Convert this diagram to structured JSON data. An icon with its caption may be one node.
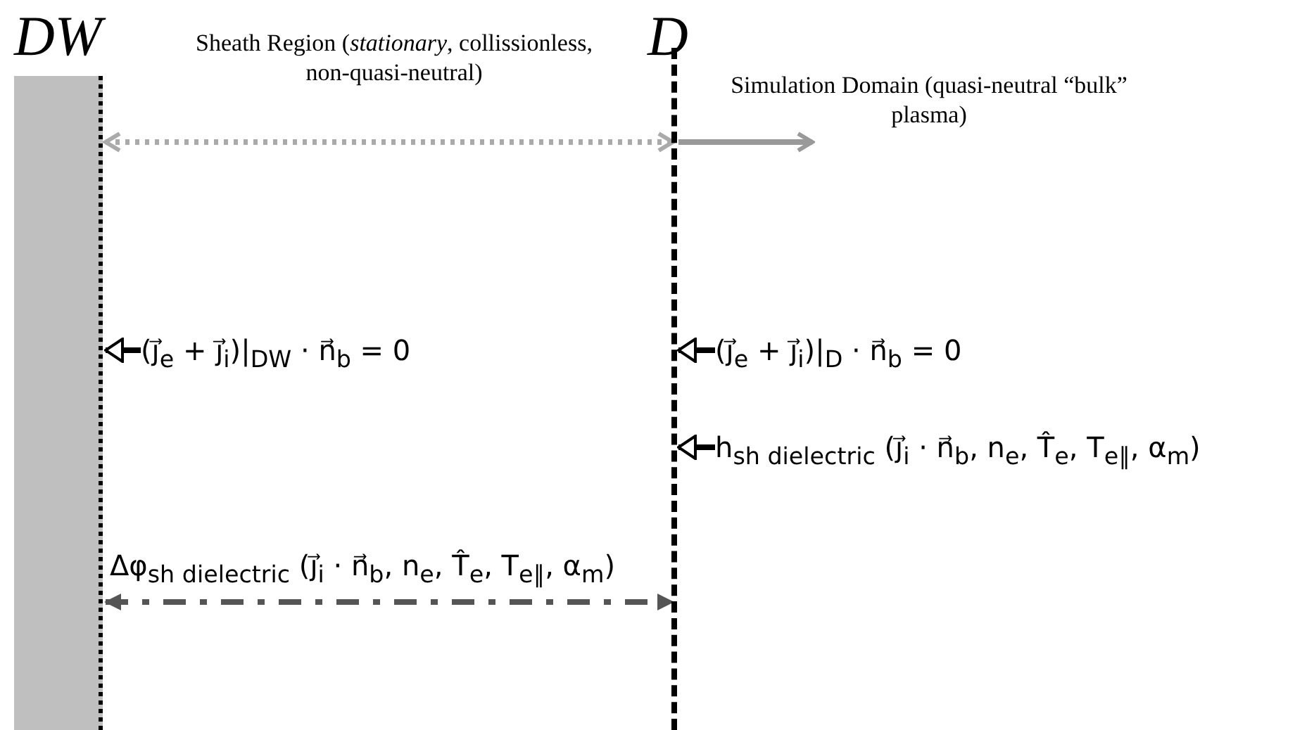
{
  "diagram": {
    "nodes": [
      {
        "text": [
          "DW"
        ]
      },
      {
        "text": [
          "D"
        ]
      },
      {
        "text": [
          "(j⃗$_{e}$ + j⃗$_{i}$)|$_{DW}$ · n⃗$_{b}$ = 0"
        ]
      },
      {
        "text": [
          "(j⃗$_{e}$ + j⃗$_{i}$)|$_{D}$ · n⃗$_{b}$ = 0"
        ]
      },
      {
        "text": [
          "h$_{sh dielectric}$ (j⃗$_{i}$ · n⃗$_{b}$, n$_{e}$, T̂$_{e}$, T$_{e∥}$, α$_{m}$)"
        ]
      }
    ],
    "edges": [
      {
        "from": 0,
        "to": 1,
        "arrow": "both",
        "style": "dashed",
        "color": "#aaaaaa",
        "label": "Sheath Region (*stationary*, collissionless, non-quasi-neutral)"
      },
      {
        "from": 1,
        "to": null,
        "arrow": "to",
        "color": "#999999",
        "label": "Simulation Domain (quasi-neutral “bulk” plasma)"
      },
      {
        "from": 2,
        "to": 0,
        "arrow": "to"
      },
      {
        "from": 3,
        "to": 1,
        "arrow": "to"
      },
      {
        "from": 4,
        "to": 1,
        "arrow": "to"
      },
      {
        "from": 0,
        "to": 1,
        "arrow": "both",
        "style": "dashed",
        "color": "#555555",
        "label": "Δφ$_{sh dielectric}$ (j⃗$_{i}$ · n⃗$_{b}$, n$_{e}$, T̂$_{e}$, T$_{e∥}$, α$_{m}$)"
      }
    ]
  }
}
